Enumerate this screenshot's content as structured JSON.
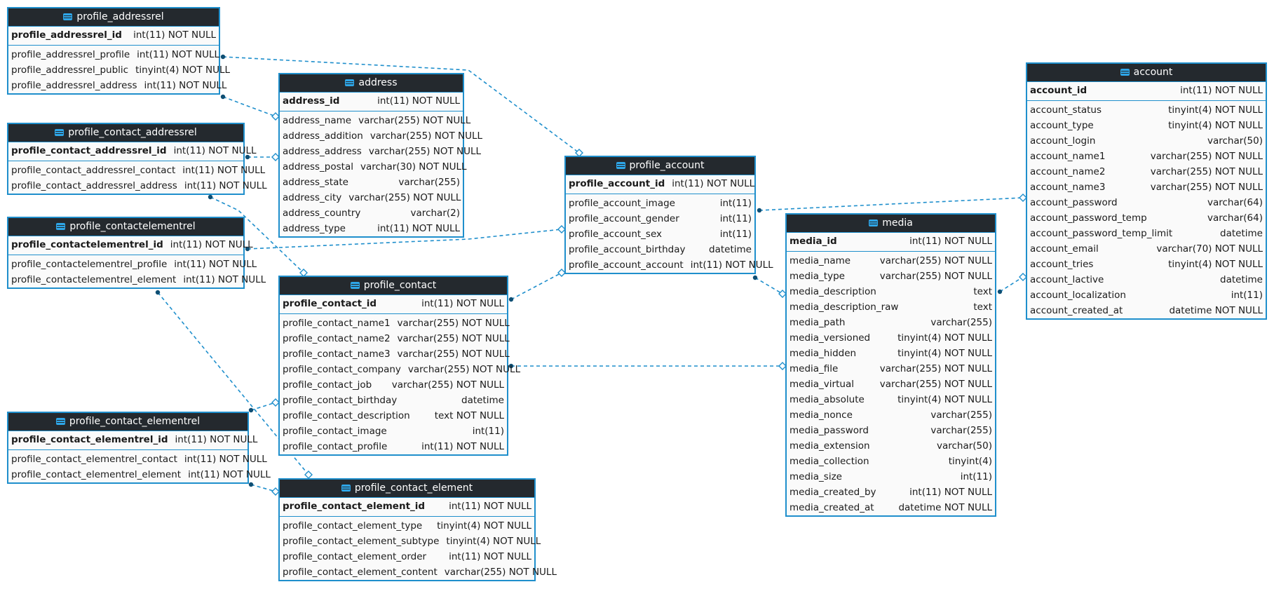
{
  "colors": {
    "link": "#1f8fcc",
    "header_bg": "#24292e",
    "border": "#1f8fcc"
  },
  "icons": {
    "table": "table-icon"
  },
  "tables": {
    "profile_addressrel": {
      "name": "profile_addressrel",
      "columns": [
        {
          "name": "profile_addressrel_id",
          "type": "int(11) NOT NULL"
        },
        {
          "name": "profile_addressrel_profile",
          "type": "int(11) NOT NULL"
        },
        {
          "name": "profile_addressrel_public",
          "type": "tinyint(4) NOT NULL"
        },
        {
          "name": "profile_addressrel_address",
          "type": "int(11) NOT NULL"
        }
      ]
    },
    "address": {
      "name": "address",
      "columns": [
        {
          "name": "address_id",
          "type": "int(11) NOT NULL"
        },
        {
          "name": "address_name",
          "type": "varchar(255) NOT NULL"
        },
        {
          "name": "address_addition",
          "type": "varchar(255) NOT NULL"
        },
        {
          "name": "address_address",
          "type": "varchar(255) NOT NULL"
        },
        {
          "name": "address_postal",
          "type": "varchar(30) NOT NULL"
        },
        {
          "name": "address_state",
          "type": "varchar(255)"
        },
        {
          "name": "address_city",
          "type": "varchar(255) NOT NULL"
        },
        {
          "name": "address_country",
          "type": "varchar(2)"
        },
        {
          "name": "address_type",
          "type": "int(11) NOT NULL"
        }
      ]
    },
    "profile_contact_addressrel": {
      "name": "profile_contact_addressrel",
      "columns": [
        {
          "name": "profile_contact_addressrel_id",
          "type": "int(11) NOT NULL"
        },
        {
          "name": "profile_contact_addressrel_contact",
          "type": "int(11) NOT NULL"
        },
        {
          "name": "profile_contact_addressrel_address",
          "type": "int(11) NOT NULL"
        }
      ]
    },
    "profile_contactelementrel": {
      "name": "profile_contactelementrel",
      "columns": [
        {
          "name": "profile_contactelementrel_id",
          "type": "int(11) NOT NULL"
        },
        {
          "name": "profile_contactelementrel_profile",
          "type": "int(11) NOT NULL"
        },
        {
          "name": "profile_contactelementrel_element",
          "type": "int(11) NOT NULL"
        }
      ]
    },
    "profile_account": {
      "name": "profile_account",
      "columns": [
        {
          "name": "profile_account_id",
          "type": "int(11) NOT NULL"
        },
        {
          "name": "profile_account_image",
          "type": "int(11)"
        },
        {
          "name": "profile_account_gender",
          "type": "int(11)"
        },
        {
          "name": "profile_account_sex",
          "type": "int(11)"
        },
        {
          "name": "profile_account_birthday",
          "type": "datetime"
        },
        {
          "name": "profile_account_account",
          "type": "int(11) NOT NULL"
        }
      ]
    },
    "account": {
      "name": "account",
      "columns": [
        {
          "name": "account_id",
          "type": "int(11) NOT NULL"
        },
        {
          "name": "account_status",
          "type": "tinyint(4) NOT NULL"
        },
        {
          "name": "account_type",
          "type": "tinyint(4) NOT NULL"
        },
        {
          "name": "account_login",
          "type": "varchar(50)"
        },
        {
          "name": "account_name1",
          "type": "varchar(255) NOT NULL"
        },
        {
          "name": "account_name2",
          "type": "varchar(255) NOT NULL"
        },
        {
          "name": "account_name3",
          "type": "varchar(255) NOT NULL"
        },
        {
          "name": "account_password",
          "type": "varchar(64)"
        },
        {
          "name": "account_password_temp",
          "type": "varchar(64)"
        },
        {
          "name": "account_password_temp_limit",
          "type": "datetime"
        },
        {
          "name": "account_email",
          "type": "varchar(70) NOT NULL"
        },
        {
          "name": "account_tries",
          "type": "tinyint(4) NOT NULL"
        },
        {
          "name": "account_lactive",
          "type": "datetime"
        },
        {
          "name": "account_localization",
          "type": "int(11)"
        },
        {
          "name": "account_created_at",
          "type": "datetime NOT NULL"
        }
      ]
    },
    "media": {
      "name": "media",
      "columns": [
        {
          "name": "media_id",
          "type": "int(11) NOT NULL"
        },
        {
          "name": "media_name",
          "type": "varchar(255) NOT NULL"
        },
        {
          "name": "media_type",
          "type": "varchar(255) NOT NULL"
        },
        {
          "name": "media_description",
          "type": "text"
        },
        {
          "name": "media_description_raw",
          "type": "text"
        },
        {
          "name": "media_path",
          "type": "varchar(255)"
        },
        {
          "name": "media_versioned",
          "type": "tinyint(4) NOT NULL"
        },
        {
          "name": "media_hidden",
          "type": "tinyint(4) NOT NULL"
        },
        {
          "name": "media_file",
          "type": "varchar(255) NOT NULL"
        },
        {
          "name": "media_virtual",
          "type": "varchar(255) NOT NULL"
        },
        {
          "name": "media_absolute",
          "type": "tinyint(4) NOT NULL"
        },
        {
          "name": "media_nonce",
          "type": "varchar(255)"
        },
        {
          "name": "media_password",
          "type": "varchar(255)"
        },
        {
          "name": "media_extension",
          "type": "varchar(50)"
        },
        {
          "name": "media_collection",
          "type": "tinyint(4)"
        },
        {
          "name": "media_size",
          "type": "int(11)"
        },
        {
          "name": "media_created_by",
          "type": "int(11) NOT NULL"
        },
        {
          "name": "media_created_at",
          "type": "datetime NOT NULL"
        }
      ]
    },
    "profile_contact": {
      "name": "profile_contact",
      "columns": [
        {
          "name": "profile_contact_id",
          "type": "int(11) NOT NULL"
        },
        {
          "name": "profile_contact_name1",
          "type": "varchar(255) NOT NULL"
        },
        {
          "name": "profile_contact_name2",
          "type": "varchar(255) NOT NULL"
        },
        {
          "name": "profile_contact_name3",
          "type": "varchar(255) NOT NULL"
        },
        {
          "name": "profile_contact_company",
          "type": "varchar(255) NOT NULL"
        },
        {
          "name": "profile_contact_job",
          "type": "varchar(255) NOT NULL"
        },
        {
          "name": "profile_contact_birthday",
          "type": "datetime"
        },
        {
          "name": "profile_contact_description",
          "type": "text NOT NULL"
        },
        {
          "name": "profile_contact_image",
          "type": "int(11)"
        },
        {
          "name": "profile_contact_profile",
          "type": "int(11) NOT NULL"
        }
      ]
    },
    "profile_contact_elementrel": {
      "name": "profile_contact_elementrel",
      "columns": [
        {
          "name": "profile_contact_elementrel_id",
          "type": "int(11) NOT NULL"
        },
        {
          "name": "profile_contact_elementrel_contact",
          "type": "int(11) NOT NULL"
        },
        {
          "name": "profile_contact_elementrel_element",
          "type": "int(11) NOT NULL"
        }
      ]
    },
    "profile_contact_element": {
      "name": "profile_contact_element",
      "columns": [
        {
          "name": "profile_contact_element_id",
          "type": "int(11) NOT NULL"
        },
        {
          "name": "profile_contact_element_type",
          "type": "tinyint(4) NOT NULL"
        },
        {
          "name": "profile_contact_element_subtype",
          "type": "tinyint(4) NOT NULL"
        },
        {
          "name": "profile_contact_element_order",
          "type": "int(11) NOT NULL"
        },
        {
          "name": "profile_contact_element_content",
          "type": "varchar(255) NOT NULL"
        }
      ]
    }
  }
}
